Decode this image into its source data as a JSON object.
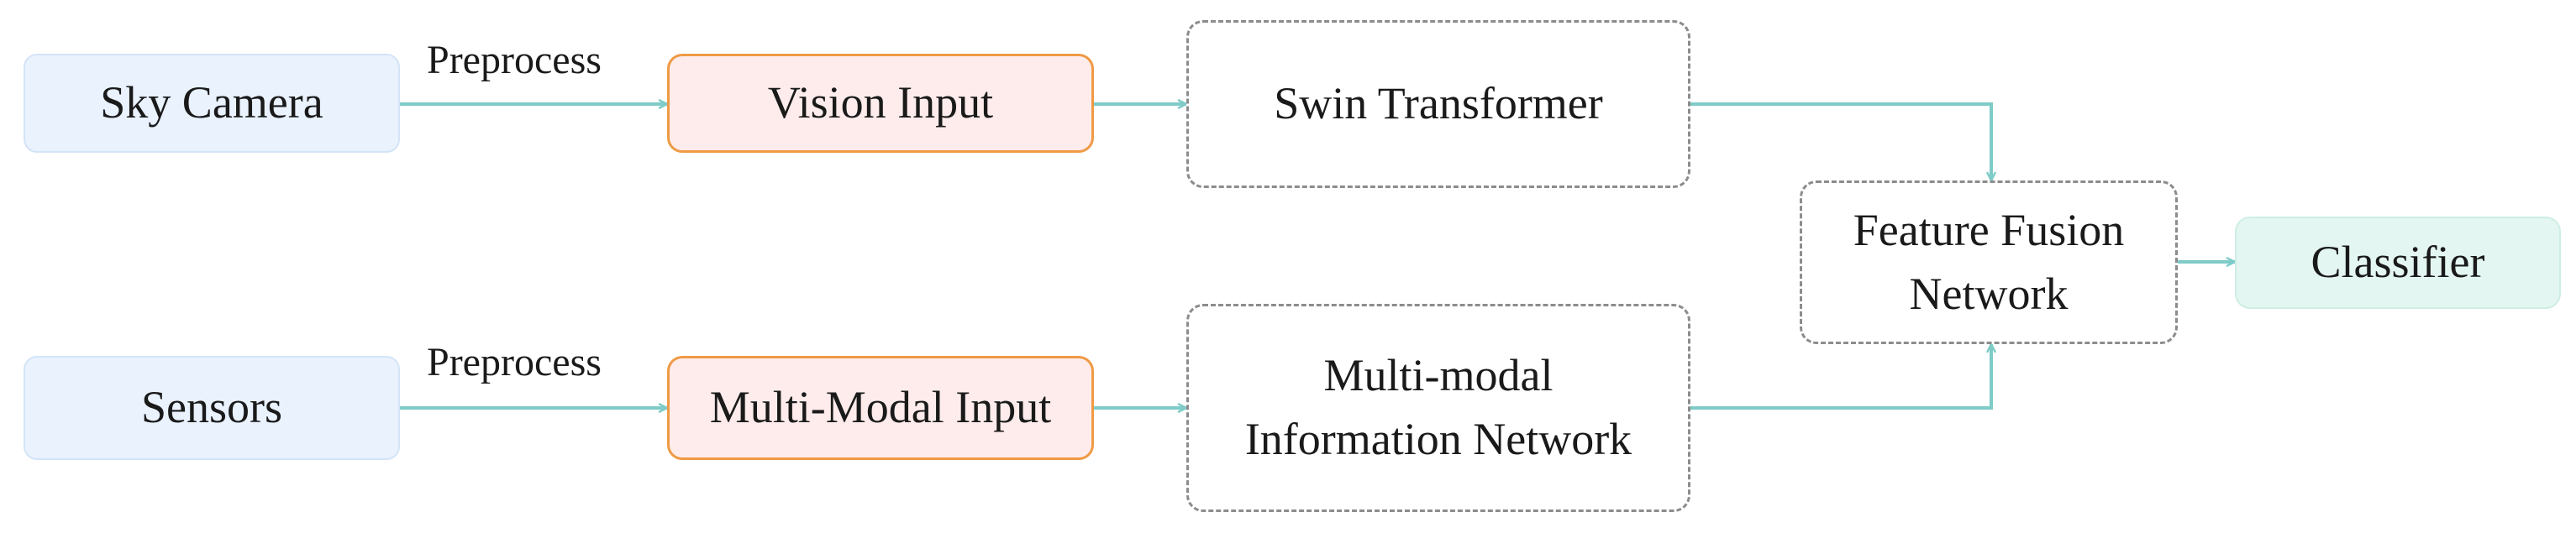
{
  "nodes": {
    "sky_camera": "Sky Camera",
    "vision_input": "Vision Input",
    "swin_transformer": "Swin Transformer",
    "sensors": "Sensors",
    "multimodal_input": "Multi-Modal Input",
    "multimodal_network": "Multi-modal Information Network",
    "feature_fusion": "Feature Fusion Network",
    "classifier": "Classifier"
  },
  "edge_labels": {
    "top_preprocess": "Preprocess",
    "bottom_preprocess": "Preprocess"
  },
  "colors": {
    "arrow": "#7ecbc8",
    "source_fill": "#e9f2fd",
    "input_fill": "#fdeceb",
    "input_border": "#ef9a45",
    "network_border": "#8c8c8c",
    "classifier_fill": "#e4f6f1"
  }
}
